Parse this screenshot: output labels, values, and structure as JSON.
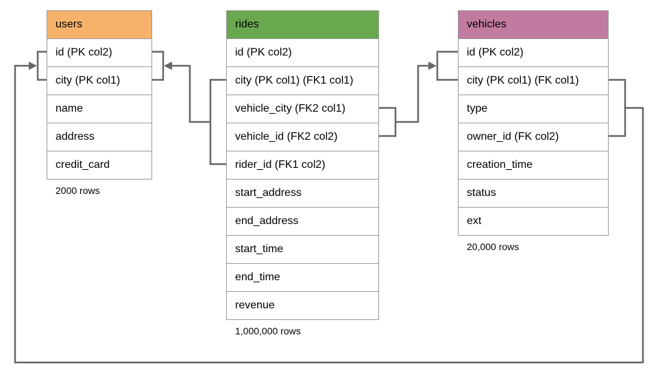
{
  "diagram": {
    "line_color": "#666666",
    "border_color": "#999999",
    "tables": [
      {
        "name": "users",
        "header_color": "#F6B26B",
        "columns": [
          "id (PK col2)",
          "city (PK col1)",
          "name",
          "address",
          "credit_card"
        ],
        "rows_label": "2000 rows"
      },
      {
        "name": "rides",
        "header_color": "#6AA84F",
        "columns": [
          "id (PK col2)",
          "city (PK col1) (FK1 col1)",
          "vehicle_city (FK2 col1)",
          "vehicle_id (FK2 col2)",
          "rider_id (FK1 col2)",
          "start_address",
          "end_address",
          "start_time",
          "end_time",
          "revenue"
        ],
        "rows_label": "1,000,000 rows"
      },
      {
        "name": "vehicles",
        "header_color": "#C27BA0",
        "columns": [
          "id (PK col2)",
          "city (PK col1) (FK col1)",
          "type",
          "owner_id (FK col2)",
          "creation_time",
          "status",
          "ext"
        ],
        "rows_label": "20,000 rows"
      }
    ],
    "relationships": [
      {
        "name": "rides.rider_id+city -> users.id+city (FK1)"
      },
      {
        "name": "rides.vehicle_id+vehicle_city -> vehicles.id+city (FK2)"
      },
      {
        "name": "vehicles.owner_id+city -> users.id+city (FK)"
      }
    ]
  }
}
